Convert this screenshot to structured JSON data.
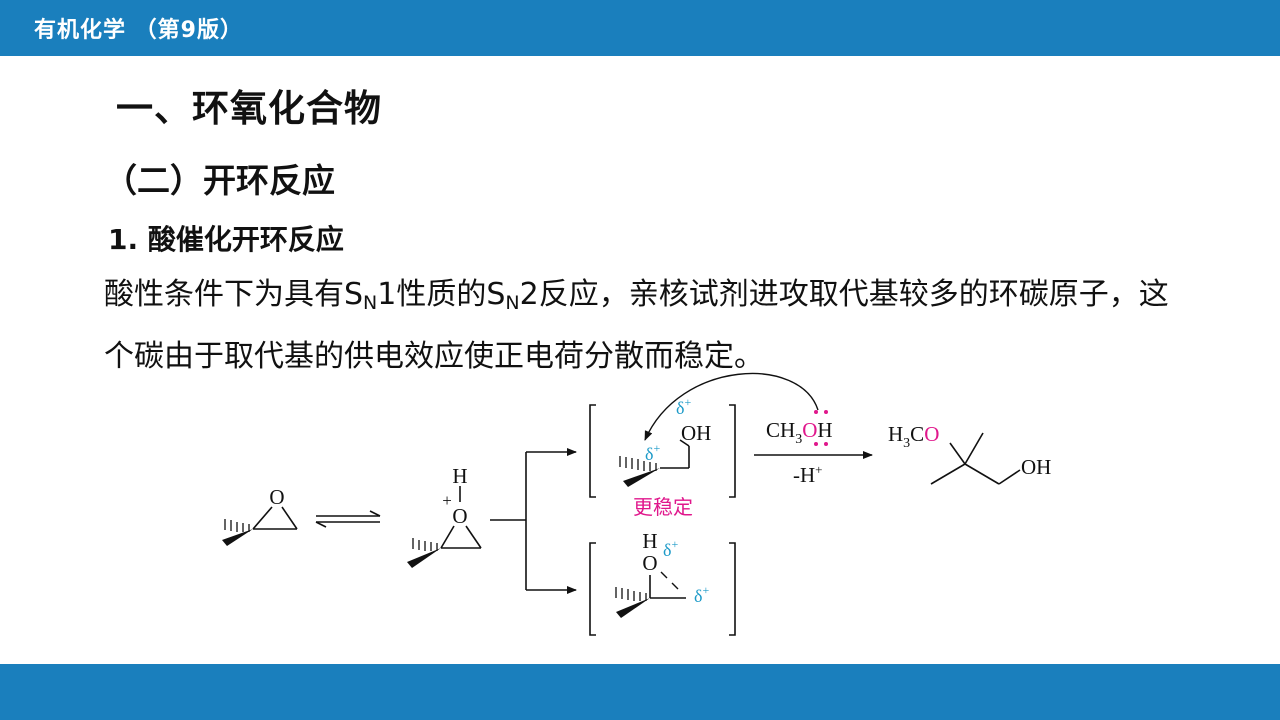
{
  "header": {
    "course_title": "有机化学 （第9版）"
  },
  "content": {
    "heading1": "一、环氧化合物",
    "heading2": "（二）开环反应",
    "heading3": "1. 酸催化开环反应",
    "paragraph": {
      "p1": "酸性条件下为具有S",
      "sub1": "N",
      "p2": "1性质的S",
      "sub2": "N",
      "p3": "2反应，亲核试剂进攻取代基较多的环碳原子，这个碳由于取代基的供电效应使正电荷分散而稳定。"
    }
  },
  "scheme": {
    "epoxide_O": "O",
    "protonated_H": "H",
    "protonated_plus": "+",
    "protonated_O": "O",
    "upper_delta_top": "δ",
    "upper_delta_mid": "δ",
    "delta_sup": "+",
    "upper_OH": "OH",
    "upper_caption": "更稳定",
    "lower_H": "H",
    "lower_O": "O",
    "lower_delta_1": "δ",
    "lower_delta_2": "δ",
    "reagent": {
      "ch": "CH",
      "sub3": "3",
      "o": "O",
      "h": "H"
    },
    "below_arrow": {
      "text": "-H",
      "sup": "+"
    },
    "product": {
      "h": "H",
      "sub3": "3",
      "c": "C",
      "o": "O",
      "oh": "OH"
    },
    "colors": {
      "bar": "#1a7fbd",
      "delta": "#1c9ac8",
      "highlight": "#e0178c"
    }
  }
}
